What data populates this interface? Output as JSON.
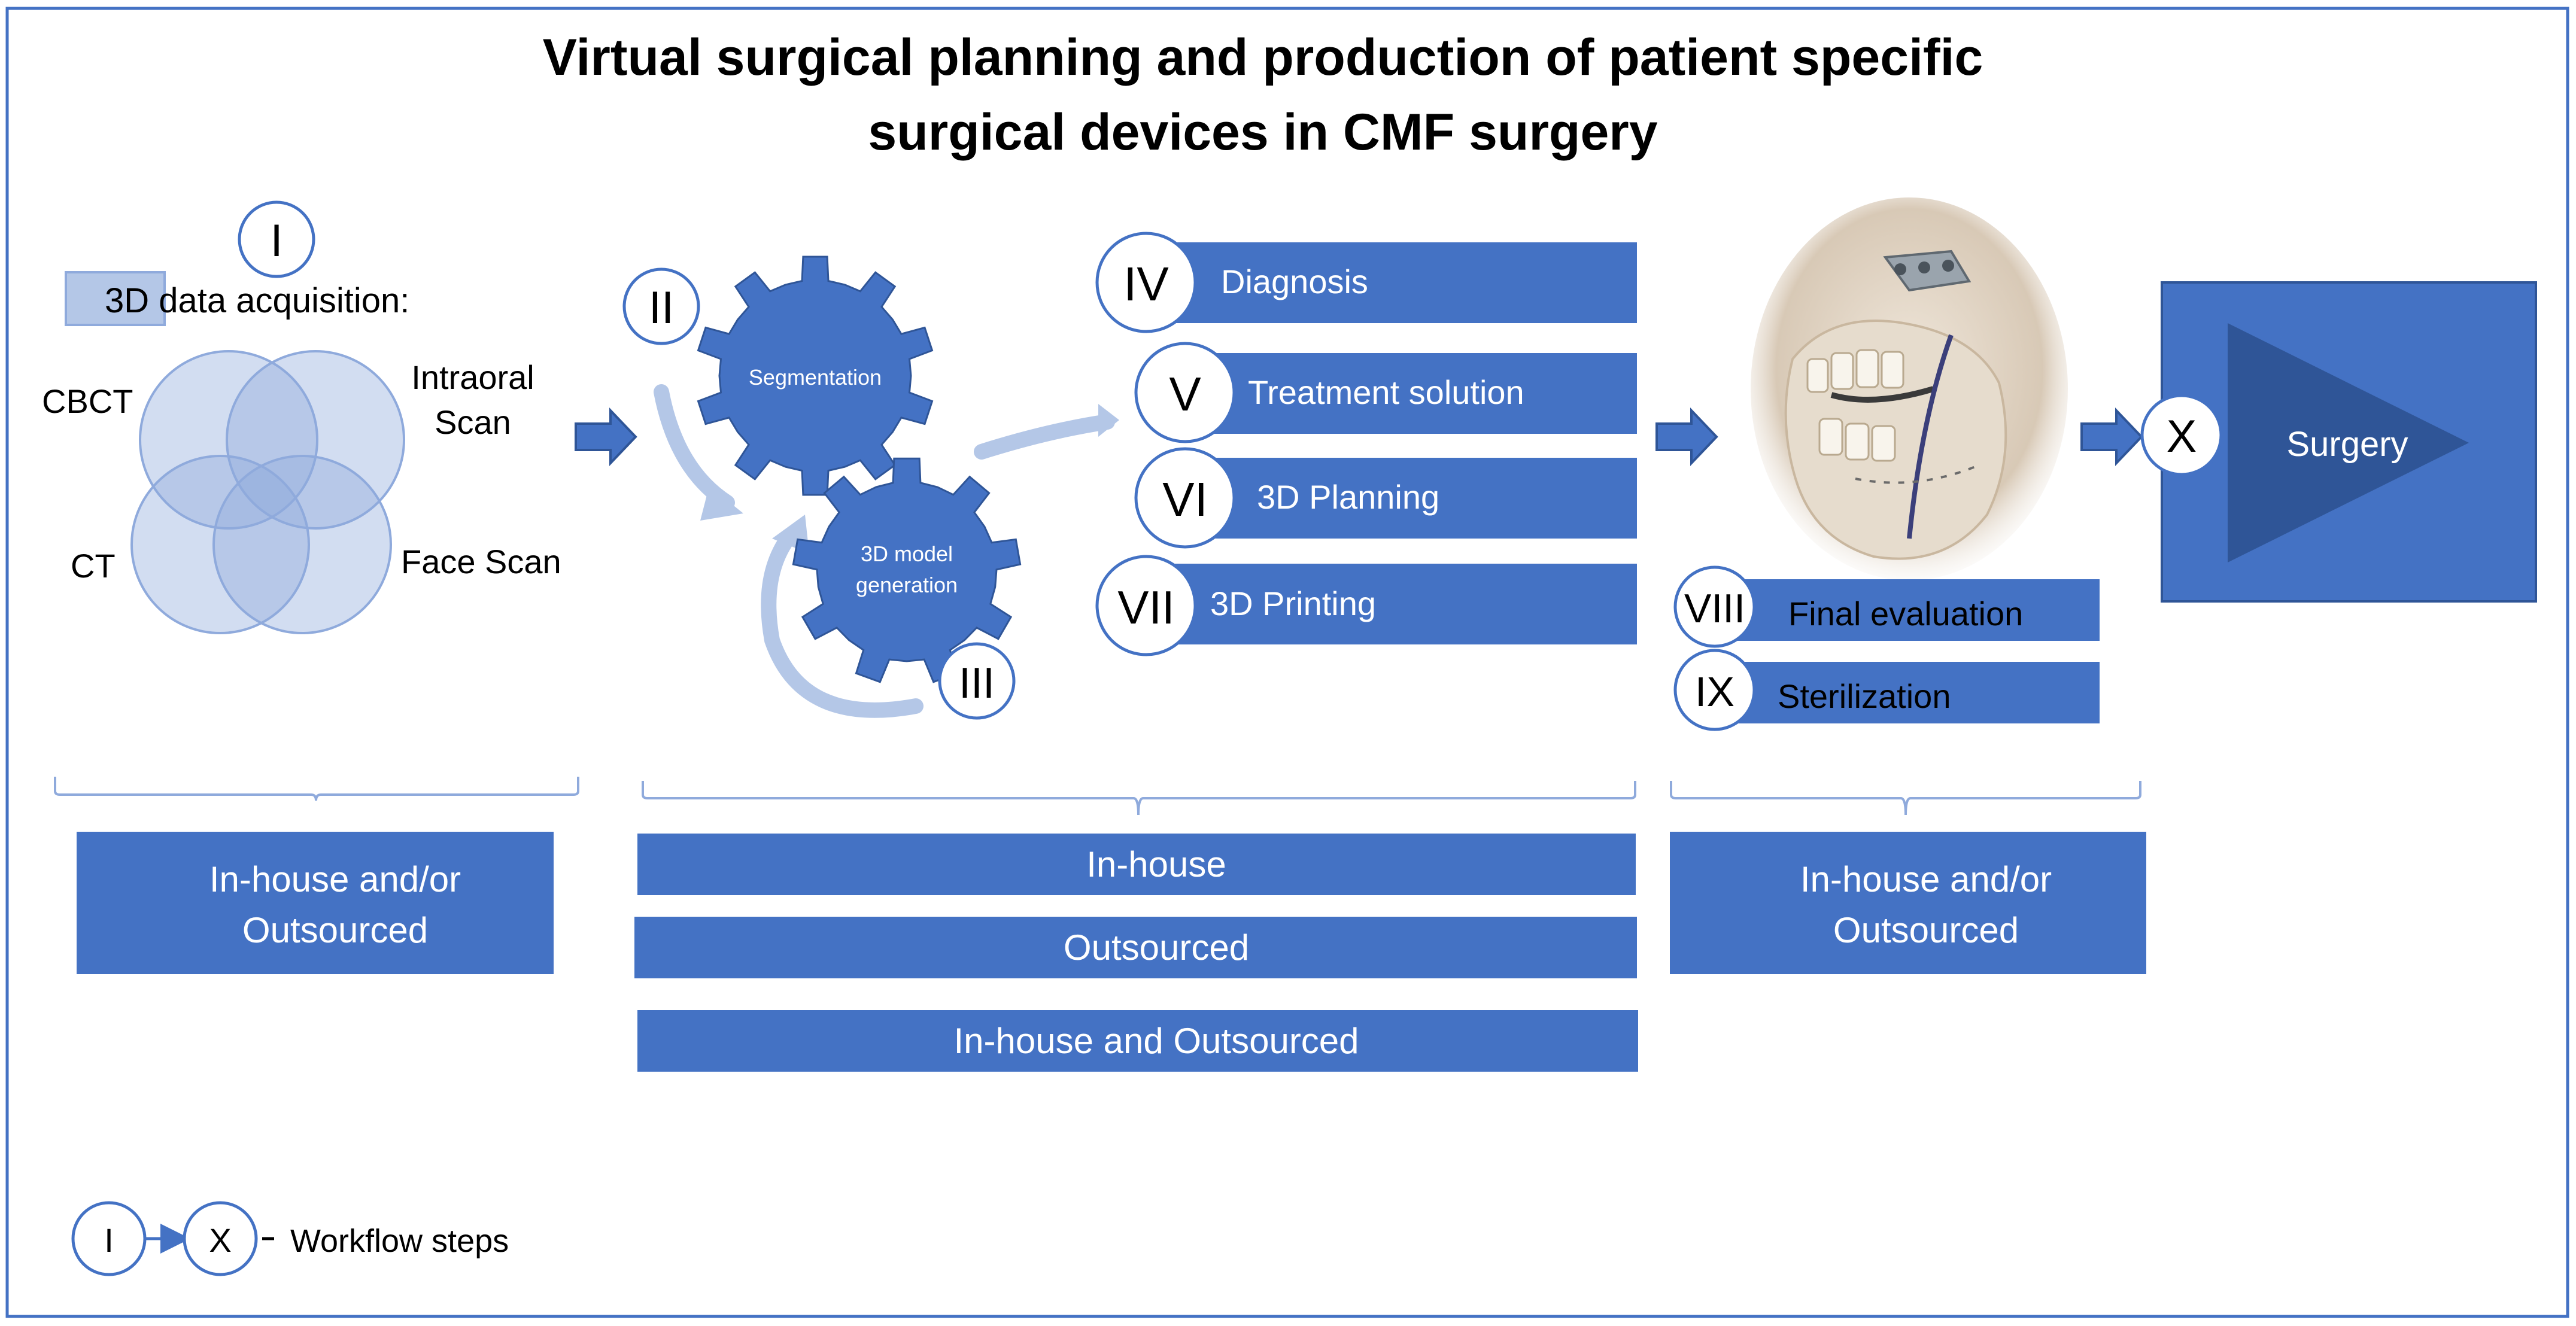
{
  "title": {
    "line1": "Virtual surgical planning and production of patient specific",
    "line2": "surgical devices in CMF surgery"
  },
  "colors": {
    "primary": "#4472C4",
    "dark": "#2F5597",
    "light": "#B4C7E7",
    "venn": "#8FAADC",
    "frame": "#4472C4",
    "white": "#FFFFFF",
    "text": "#000000"
  },
  "step1": {
    "numeral": "I",
    "label": "3D data acquisition:",
    "venn": {
      "cbct": "CBCT",
      "intraoral_line1": "Intraoral",
      "intraoral_line2": "Scan",
      "ct": "CT",
      "face_scan": "Face Scan"
    }
  },
  "gears": {
    "step2_numeral": "II",
    "step2_label": "Segmentation",
    "step3_numeral": "III",
    "step3_label_line1": "3D  model",
    "step3_label_line2": "generation"
  },
  "planning_steps": [
    {
      "numeral": "IV",
      "label": "Diagnosis"
    },
    {
      "numeral": "V",
      "label": "Treatment solution"
    },
    {
      "numeral": "VI",
      "label": "3D Planning"
    },
    {
      "numeral": "VII",
      "label": "3D Printing"
    }
  ],
  "final_steps": [
    {
      "numeral": "VIII",
      "label": "Final evaluation"
    },
    {
      "numeral": "IX",
      "label": "Sterilization"
    }
  ],
  "surgery": {
    "numeral": "X",
    "label": "Surgery"
  },
  "sourcing": {
    "left_line1": "In-house and/or",
    "left_line2": "Outsourced",
    "middle": [
      "In-house",
      "Outsourced",
      "In-house and Outsourced"
    ],
    "right_line1": "In-house and/or",
    "right_line2": "Outsourced"
  },
  "legend": {
    "from": "I",
    "to": "X",
    "text": "Workflow steps"
  }
}
